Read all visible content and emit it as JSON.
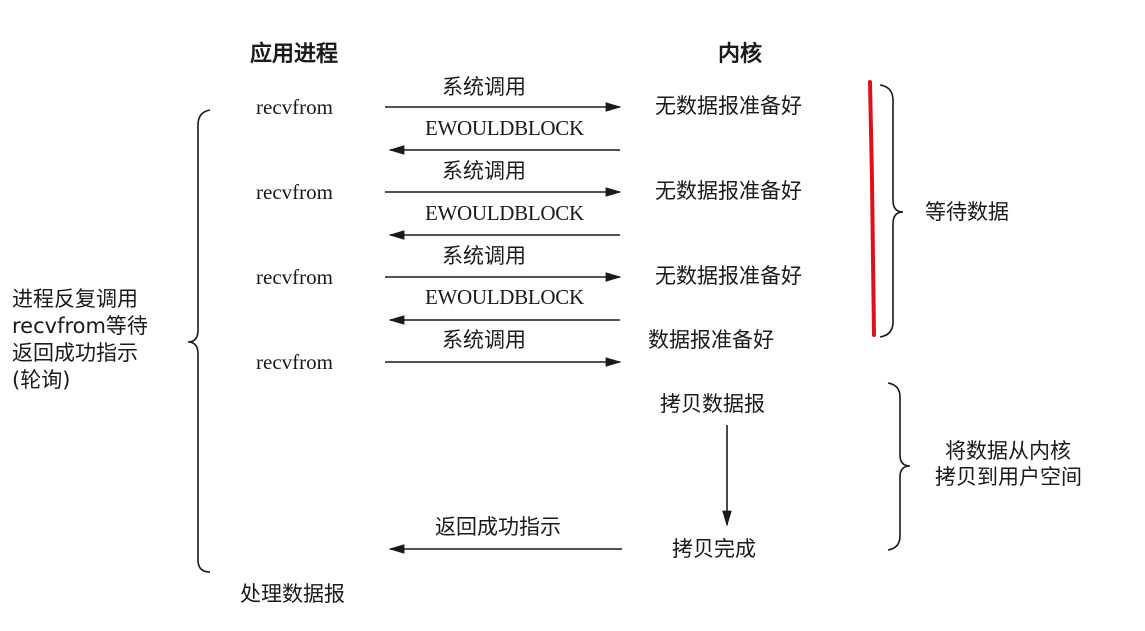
{
  "headers": {
    "app_process": "应用进程",
    "kernel": "内核"
  },
  "rows": [
    {
      "call": "recvfrom",
      "syscall": "系统调用",
      "reply": "EWOULDBLOCK",
      "kernel_state": "无数据报准备好"
    },
    {
      "call": "recvfrom",
      "syscall": "系统调用",
      "reply": "EWOULDBLOCK",
      "kernel_state": "无数据报准备好"
    },
    {
      "call": "recvfrom",
      "syscall": "系统调用",
      "reply": "EWOULDBLOCK",
      "kernel_state": "无数据报准备好"
    },
    {
      "call": "recvfrom",
      "syscall": "系统调用",
      "kernel_state": "数据报准备好"
    }
  ],
  "copy": {
    "start": "拷贝数据报",
    "done": "拷贝完成",
    "return_label": "返回成功指示"
  },
  "phases": {
    "wait": "等待数据",
    "copy_line1": "将数据从内核",
    "copy_line2": "拷贝到用户空间"
  },
  "left_note": [
    "进程反复调用",
    "recvfrom等待",
    "返回成功指示",
    "(轮询)"
  ],
  "final": "处理数据报",
  "colors": {
    "highlight": "#e0101a",
    "ink": "#1a1a1a"
  }
}
